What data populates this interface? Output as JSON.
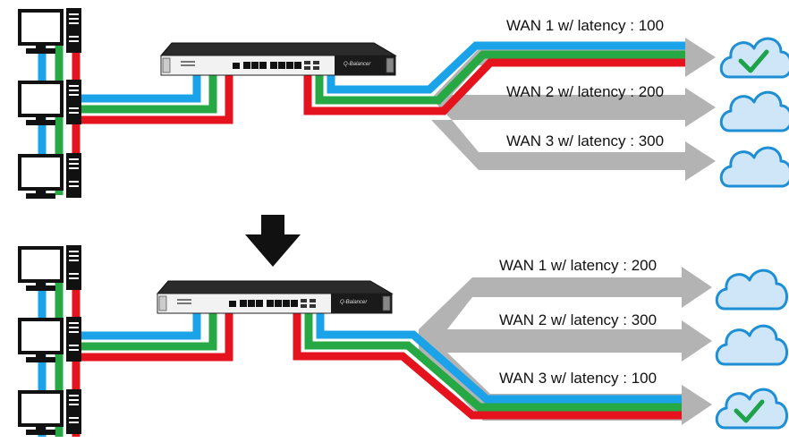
{
  "colors": {
    "blue": "#1aa3e8",
    "green": "#26a844",
    "red": "#e5131e",
    "arrow": "#b3b3b3",
    "cloud_fill": "#cfe6f9",
    "cloud_stroke": "#1e8fd5",
    "check": "#1ea24a"
  },
  "icons": {
    "computer": "desktop-computer-icon",
    "router": "load-balancer-appliance-icon",
    "cloud": "cloud-icon",
    "check": "checkmark-icon",
    "arrow": "down-arrow-icon"
  },
  "top_scenario": {
    "wans": [
      {
        "label": "WAN 1 w/ latency : 100",
        "selected": true
      },
      {
        "label": "WAN 2 w/ latency : 200",
        "selected": false
      },
      {
        "label": "WAN 3 w/ latency : 300",
        "selected": false
      }
    ]
  },
  "bottom_scenario": {
    "wans": [
      {
        "label": "WAN 1 w/ latency : 200",
        "selected": false
      },
      {
        "label": "WAN 2 w/ latency : 300",
        "selected": false
      },
      {
        "label": "WAN 3 w/ latency : 100",
        "selected": true
      }
    ]
  },
  "device": {
    "logo": "Q-Balancer"
  }
}
